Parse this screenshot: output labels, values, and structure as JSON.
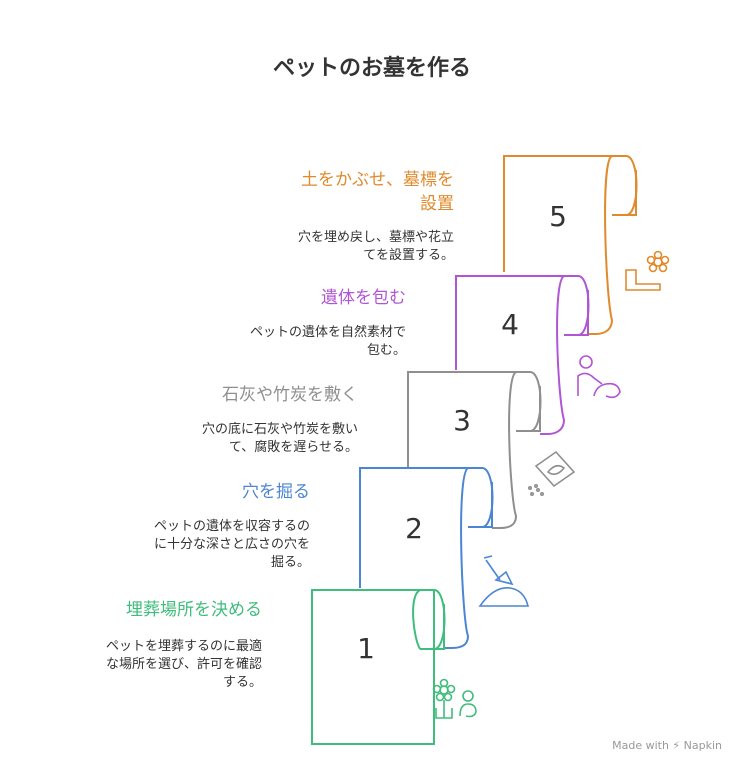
{
  "title": "ペットのお墓を作る",
  "colors": {
    "step1": "#3ebd7c",
    "step2": "#4b86d4",
    "step3": "#8f8f8f",
    "step4": "#b055d4",
    "step5": "#e08a2b"
  },
  "steps": [
    {
      "number": "1",
      "title": "埋葬場所を決める",
      "desc": [
        "ペットを埋葬するのに最適",
        "な場所を選び、許可を確認",
        "する。"
      ],
      "icon": "flower-person-icon"
    },
    {
      "number": "2",
      "title": "穴を掘る",
      "desc": [
        "ペットの遺体を収容するの",
        "に十分な深さと広さの穴を",
        "掘る。"
      ],
      "icon": "shovel-dirt-icon"
    },
    {
      "number": "3",
      "title": "石灰や竹炭を敷く",
      "desc": [
        "穴の底に石灰や竹炭を敷い",
        "て、腐敗を遅らせる。"
      ],
      "icon": "seed-bag-icon"
    },
    {
      "number": "4",
      "title": "遺体を包む",
      "desc": [
        "ペットの遺体を自然素材で",
        "包む。"
      ],
      "icon": "person-wrapping-icon"
    },
    {
      "number": "5",
      "title": [
        "土をかぶせ、墓標を",
        "設置"
      ],
      "desc": [
        "穴を埋め戻し、墓標や花立",
        "てを設置する。"
      ],
      "icon": "gravestone-flower-icon"
    }
  ],
  "credit": "Made with ⚡ Napkin"
}
